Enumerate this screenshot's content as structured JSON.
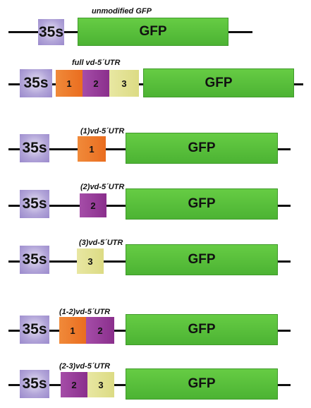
{
  "constructs": [
    {
      "label": "unmodified GFP",
      "promoter": "35s",
      "reporter": "GFP",
      "segments": []
    },
    {
      "label": "full vd-5´UTR",
      "promoter": "35s",
      "reporter": "GFP",
      "segments": [
        "1",
        "2",
        "3"
      ]
    },
    {
      "label": "(1)vd-5´UTR",
      "promoter": "35s",
      "reporter": "GFP",
      "segments": [
        "1"
      ]
    },
    {
      "label": "(2)vd-5´UTR",
      "promoter": "35s",
      "reporter": "GFP",
      "segments": [
        "2"
      ]
    },
    {
      "label": "(3)vd-5´UTR",
      "promoter": "35s",
      "reporter": "GFP",
      "segments": [
        "3"
      ]
    },
    {
      "label": "(1-2)vd-5´UTR",
      "promoter": "35s",
      "reporter": "GFP",
      "segments": [
        "1",
        "2"
      ]
    },
    {
      "label": "(2-3)vd-5´UTR",
      "promoter": "35s",
      "reporter": "GFP",
      "segments": [
        "2",
        "3"
      ]
    }
  ],
  "colors": {
    "promoter": "#a99bd6",
    "gfp": "#55bb3a",
    "segment_1": "#ec7a2a",
    "segment_2": "#9a3d9c",
    "segment_3": "#e2e18f"
  }
}
